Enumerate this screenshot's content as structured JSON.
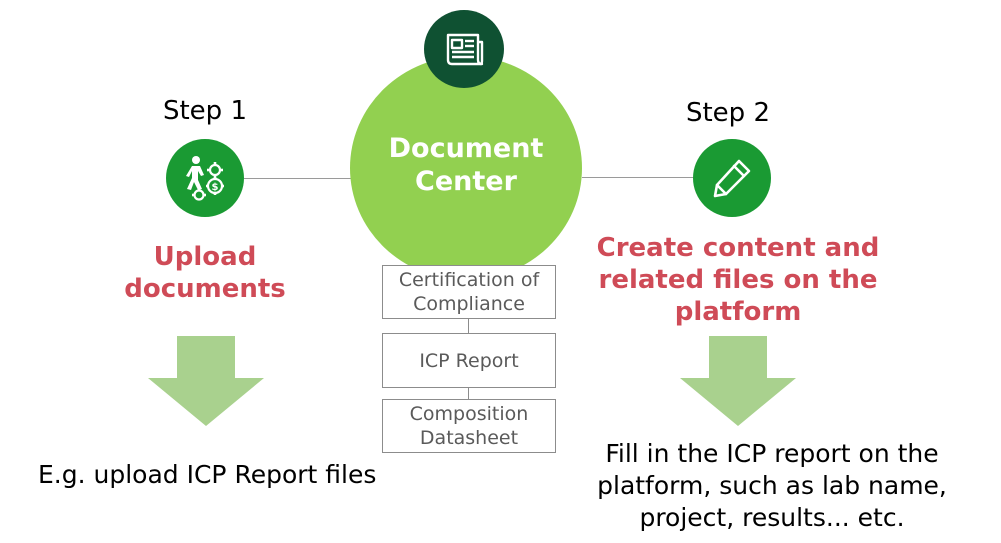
{
  "center": {
    "title_line1": "Document",
    "title_line2": "Center",
    "badge_icon": "document-icon"
  },
  "step1": {
    "label": "Step 1",
    "icon": "person-gears-dollar-icon",
    "title_line1": "Upload",
    "title_line2": "documents",
    "description": "E.g. upload ICP Report files"
  },
  "step2": {
    "label": "Step 2",
    "icon": "pencil-icon",
    "title_line1": "Create content and",
    "title_line2": "related files on the",
    "title_line3": "platform",
    "description_line1": "Fill in the ICP report on the",
    "description_line2": "platform, such as lab name,",
    "description_line3": "project, results... etc."
  },
  "documents": [
    {
      "line1": "Certification of",
      "line2": "Compliance"
    },
    {
      "line1": "ICP Report",
      "line2": ""
    },
    {
      "line1": "Composition",
      "line2": "Datasheet"
    }
  ],
  "colors": {
    "center_green": "#92d050",
    "badge_dark_green": "#0f5132",
    "step_green": "#1a9a33",
    "arrow_green": "#a9d18e",
    "title_red": "#cf4b57"
  }
}
